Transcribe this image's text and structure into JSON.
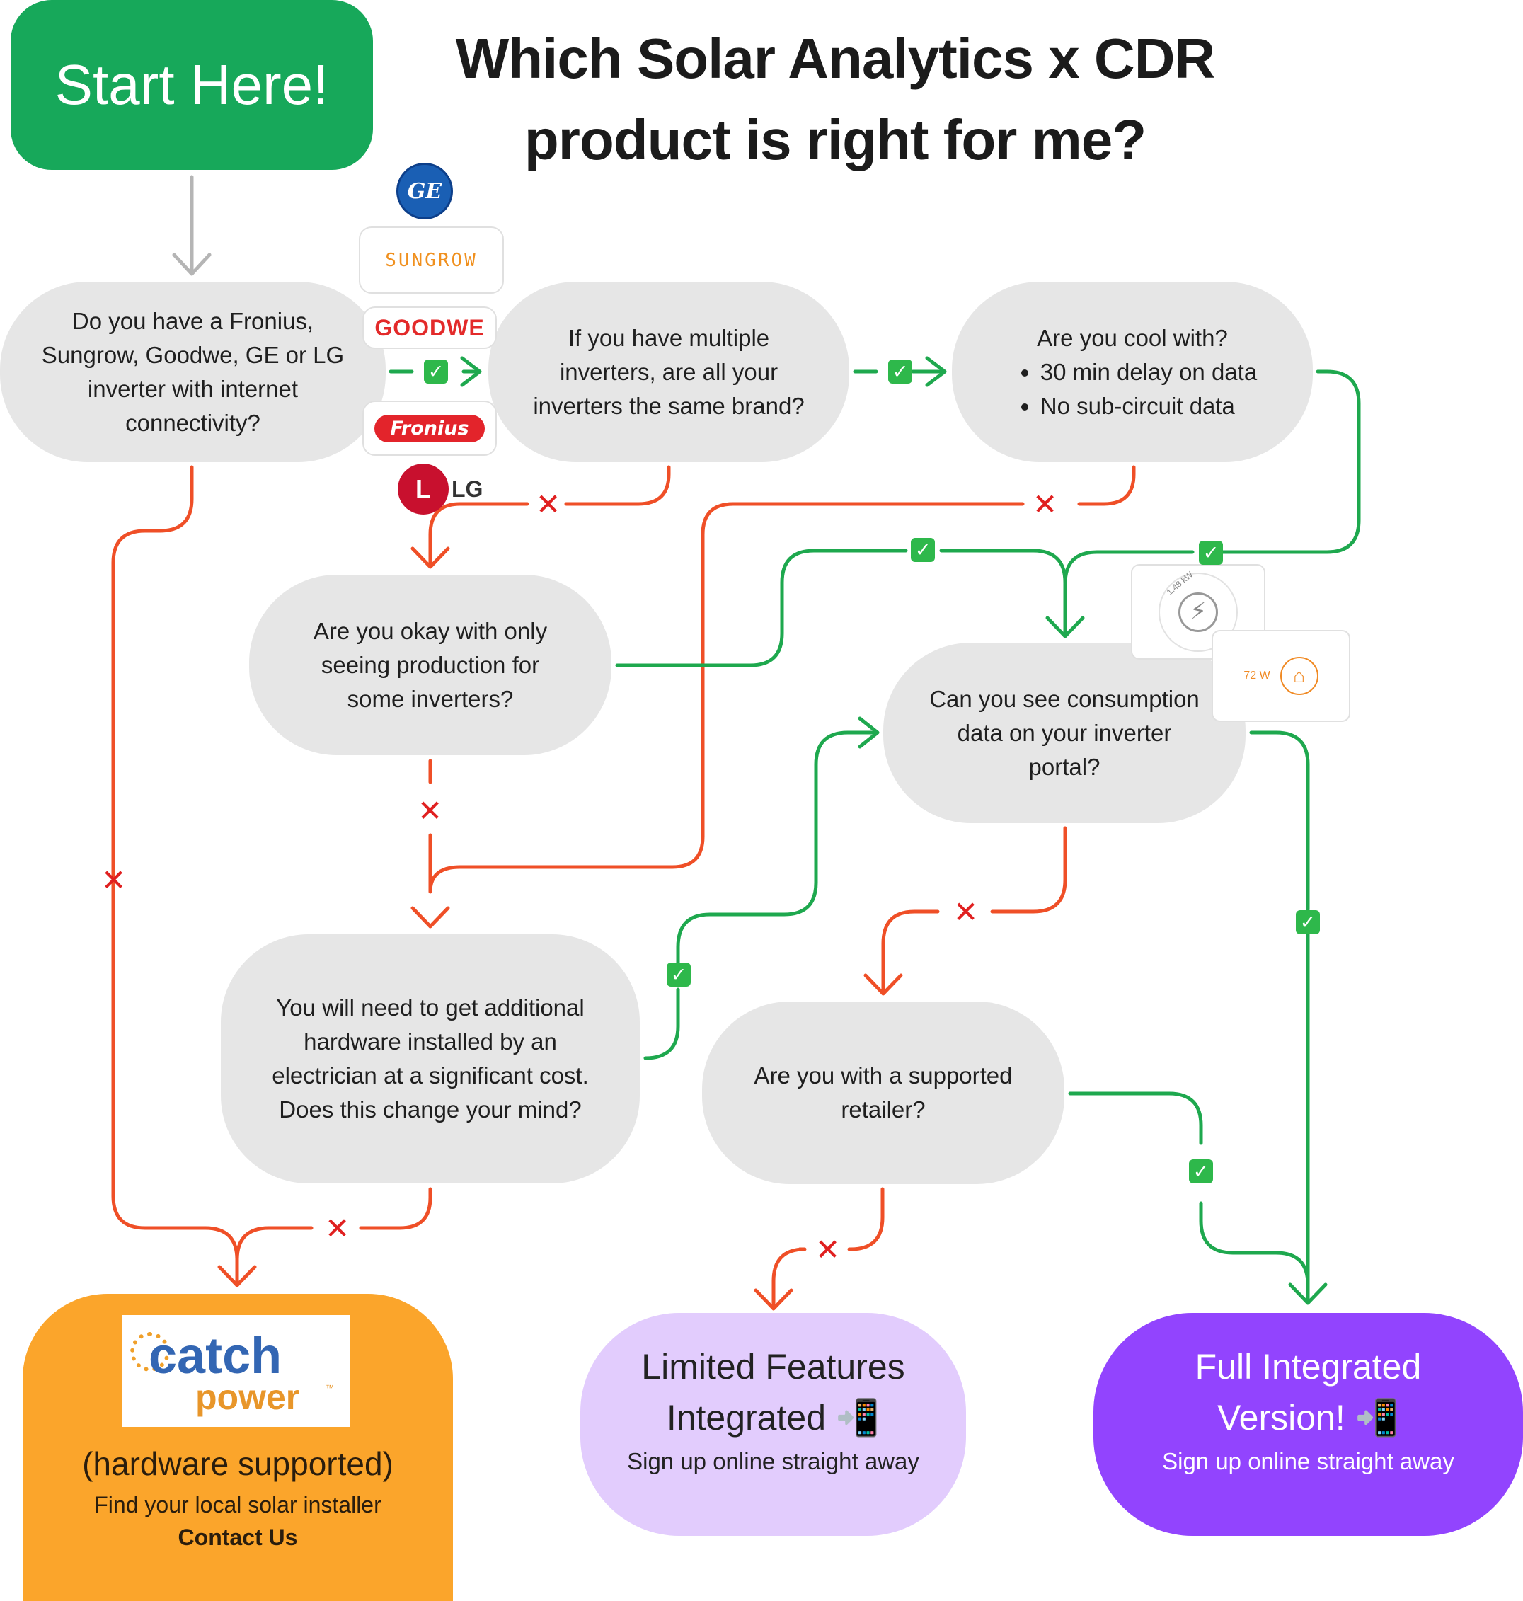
{
  "title": {
    "line1": "Which Solar Analytics x CDR",
    "line2": "product is right for me?"
  },
  "start": {
    "label": "Start Here!"
  },
  "questions": {
    "q1": {
      "lines": [
        "Do you have a Fronius,",
        "Sungrow, Goodwe, GE or LG",
        "inverter with internet",
        "connectivity?"
      ]
    },
    "q2": {
      "lines": [
        "If you have multiple",
        "inverters, are all your",
        "inverters the same brand?"
      ]
    },
    "q3": {
      "heading": "Are you cool with?",
      "bullets": [
        "30 min delay on data",
        "No sub-circuit data"
      ]
    },
    "q4": {
      "lines": [
        "Are you okay with only",
        "seeing production for",
        "some inverters?"
      ]
    },
    "q5": {
      "lines": [
        "Can you see consumption",
        "data on your inverter",
        "portal?"
      ]
    },
    "q6": {
      "lines": [
        "You will need to get additional",
        "hardware installed by an",
        "electrician at a significant cost.",
        "Does this change your mind?"
      ]
    },
    "q7": {
      "lines": [
        "Are you with a supported",
        "retailer?"
      ]
    }
  },
  "logos": {
    "ge": "GE",
    "sungrow": "SUNGROW",
    "goodwe": "GOODWE",
    "fronius": "Fronius",
    "lg": "LG",
    "lg_circle": "L"
  },
  "widgets": {
    "power": {
      "reading": "1.48 kW",
      "icon": "transmission-tower-icon"
    },
    "home": {
      "reading": "72 W",
      "icon": "house-icon"
    }
  },
  "marks": {
    "yes": "✓",
    "no": "✕"
  },
  "outcomes": {
    "catch": {
      "logo_word1": "catch",
      "logo_word2": "power",
      "logo_tm": "™",
      "heading": "(hardware supported)",
      "sub": "Find your local solar installer",
      "cta": "Contact Us"
    },
    "limited": {
      "line1": "Limited Features",
      "line2": "Integrated 📲",
      "sub": "Sign up online straight away"
    },
    "full": {
      "line1": "Full Integrated",
      "line2": "Version! 📲",
      "sub": "Sign up online straight away"
    }
  },
  "colors": {
    "yes": "#1ea84e",
    "no": "#ef4f27",
    "neutral": "#b5b5b5",
    "start": "#17a85a",
    "catch": "#fba52b",
    "limited": "#e2ccfd",
    "full": "#9244fe"
  }
}
